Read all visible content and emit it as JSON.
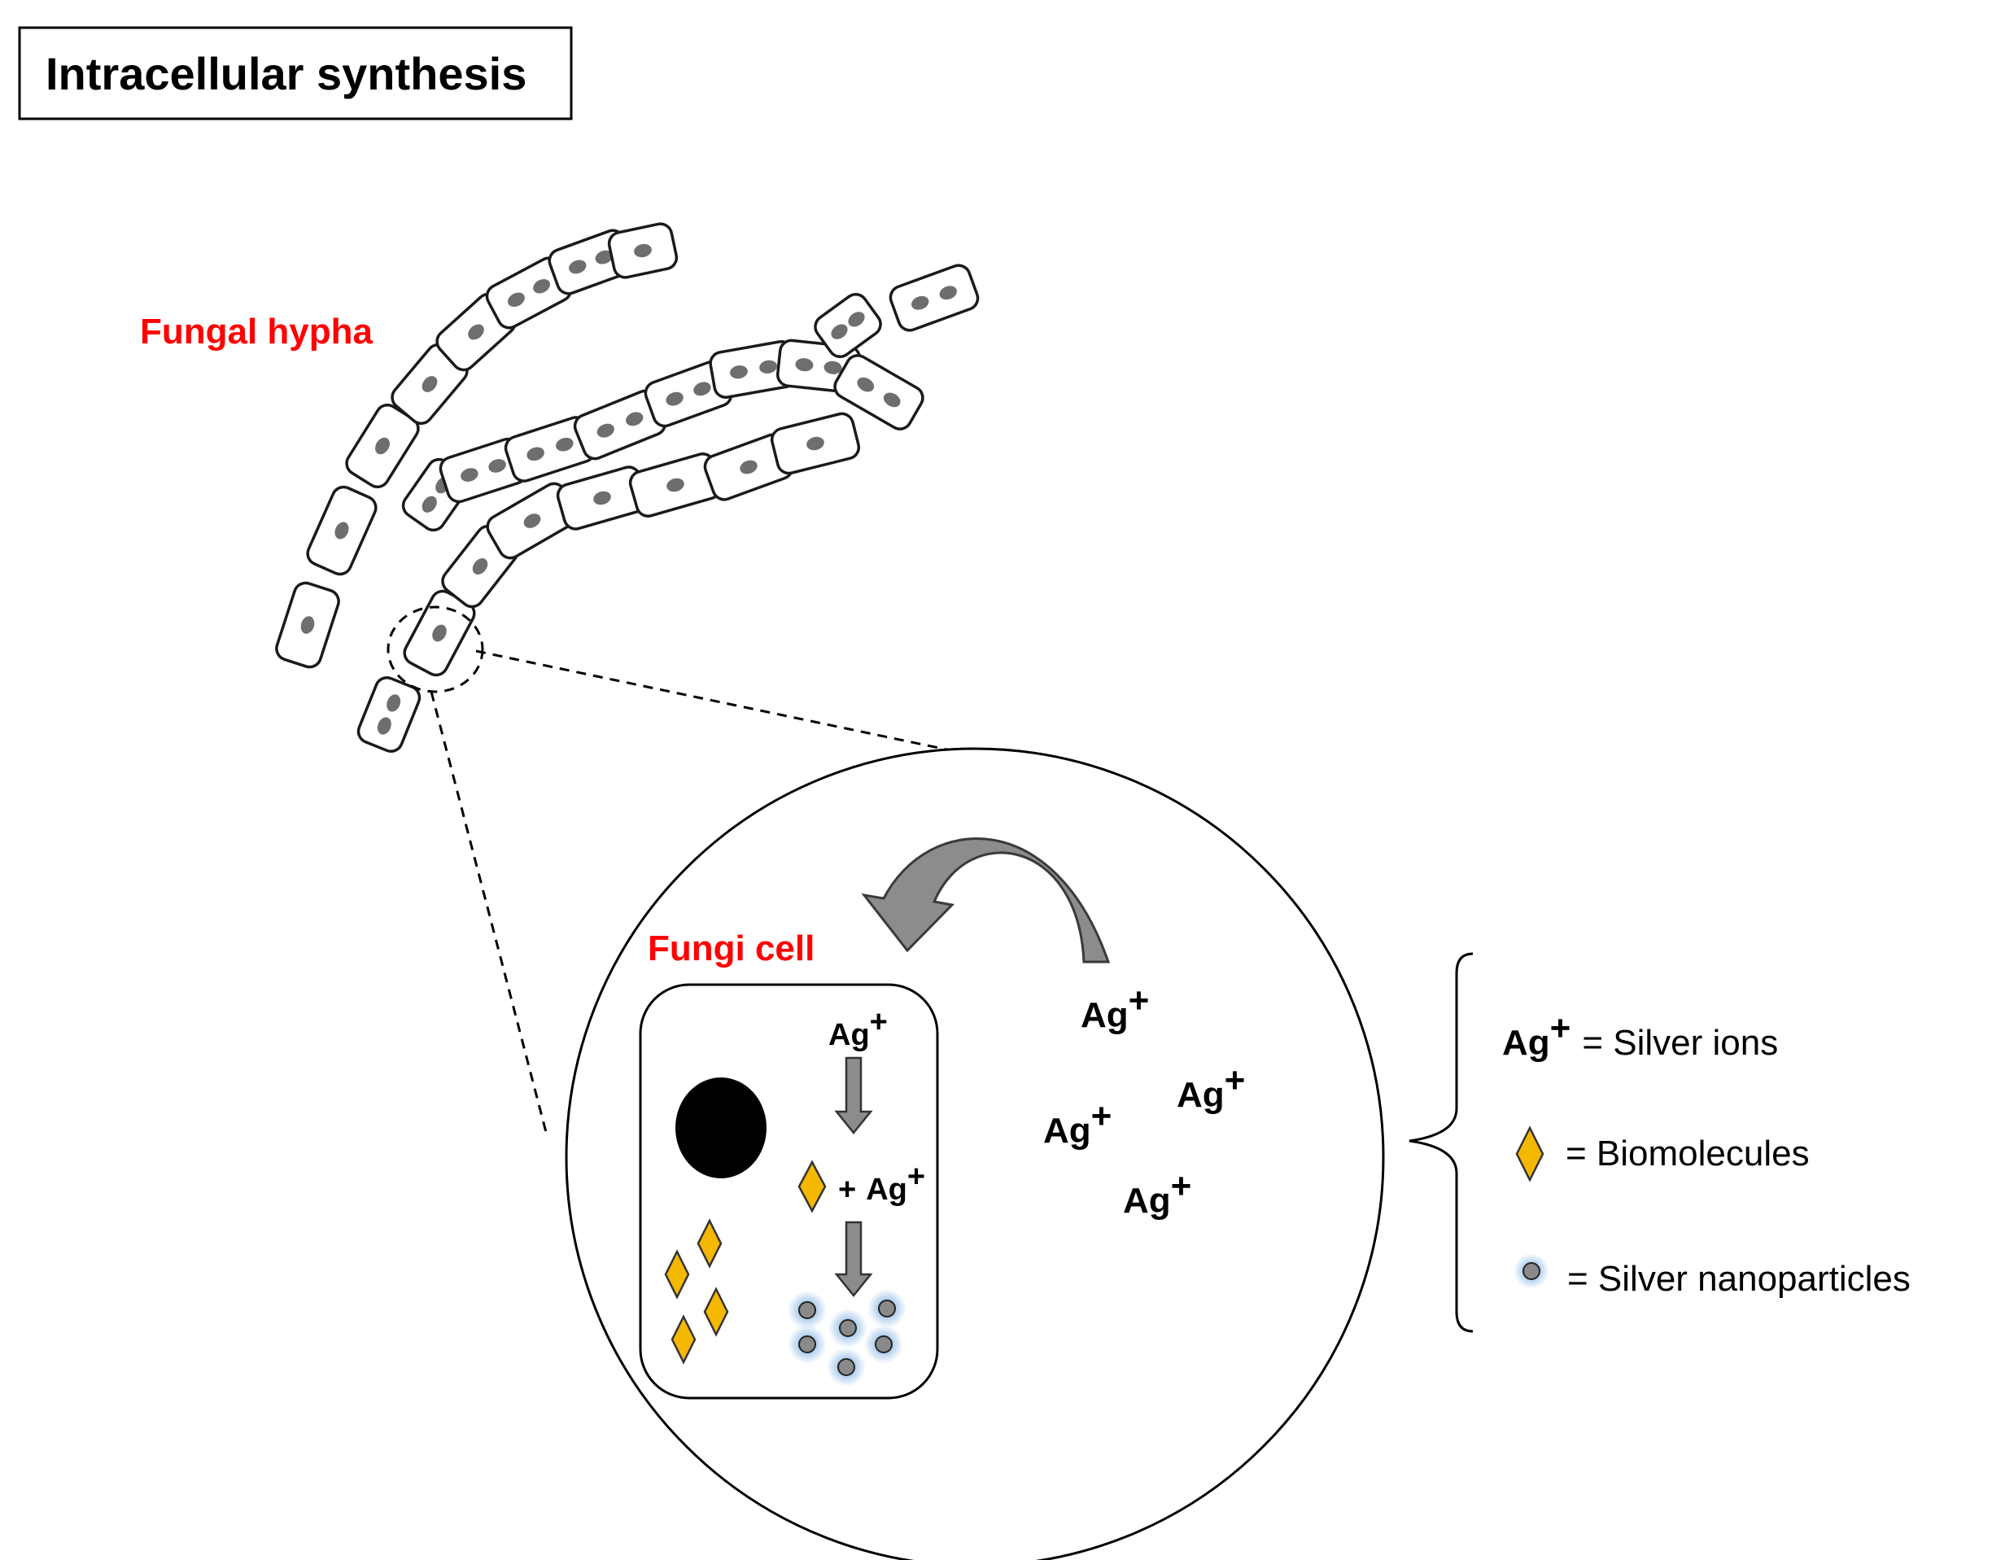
{
  "title": "Intracellular synthesis",
  "labels": {
    "fungal_hypha": "Fungal hypha",
    "fungi_cell": "Fungi cell"
  },
  "ions": {
    "symbol": "Ag",
    "charge": "+",
    "plus_sign": "+"
  },
  "legend": {
    "silver_ions": "= Silver ions",
    "biomolecules": "= Biomolecules",
    "silver_nanoparticles": "= Silver nanoparticles"
  },
  "colors": {
    "label_red": "#ff0000",
    "biomolecule_fill": "#f5b800",
    "nanoparticle_core": "#8a8a8a",
    "nanoparticle_glow": "#9cc3ea",
    "arrow_gray": "#8c8c8c",
    "nucleus_black": "#000000"
  },
  "icons": {
    "biomolecule": "diamond-icon",
    "nanoparticle": "glowing-dot-icon",
    "transfer_arrow": "curved-arrow-icon",
    "reaction_arrow": "down-arrow-icon"
  }
}
